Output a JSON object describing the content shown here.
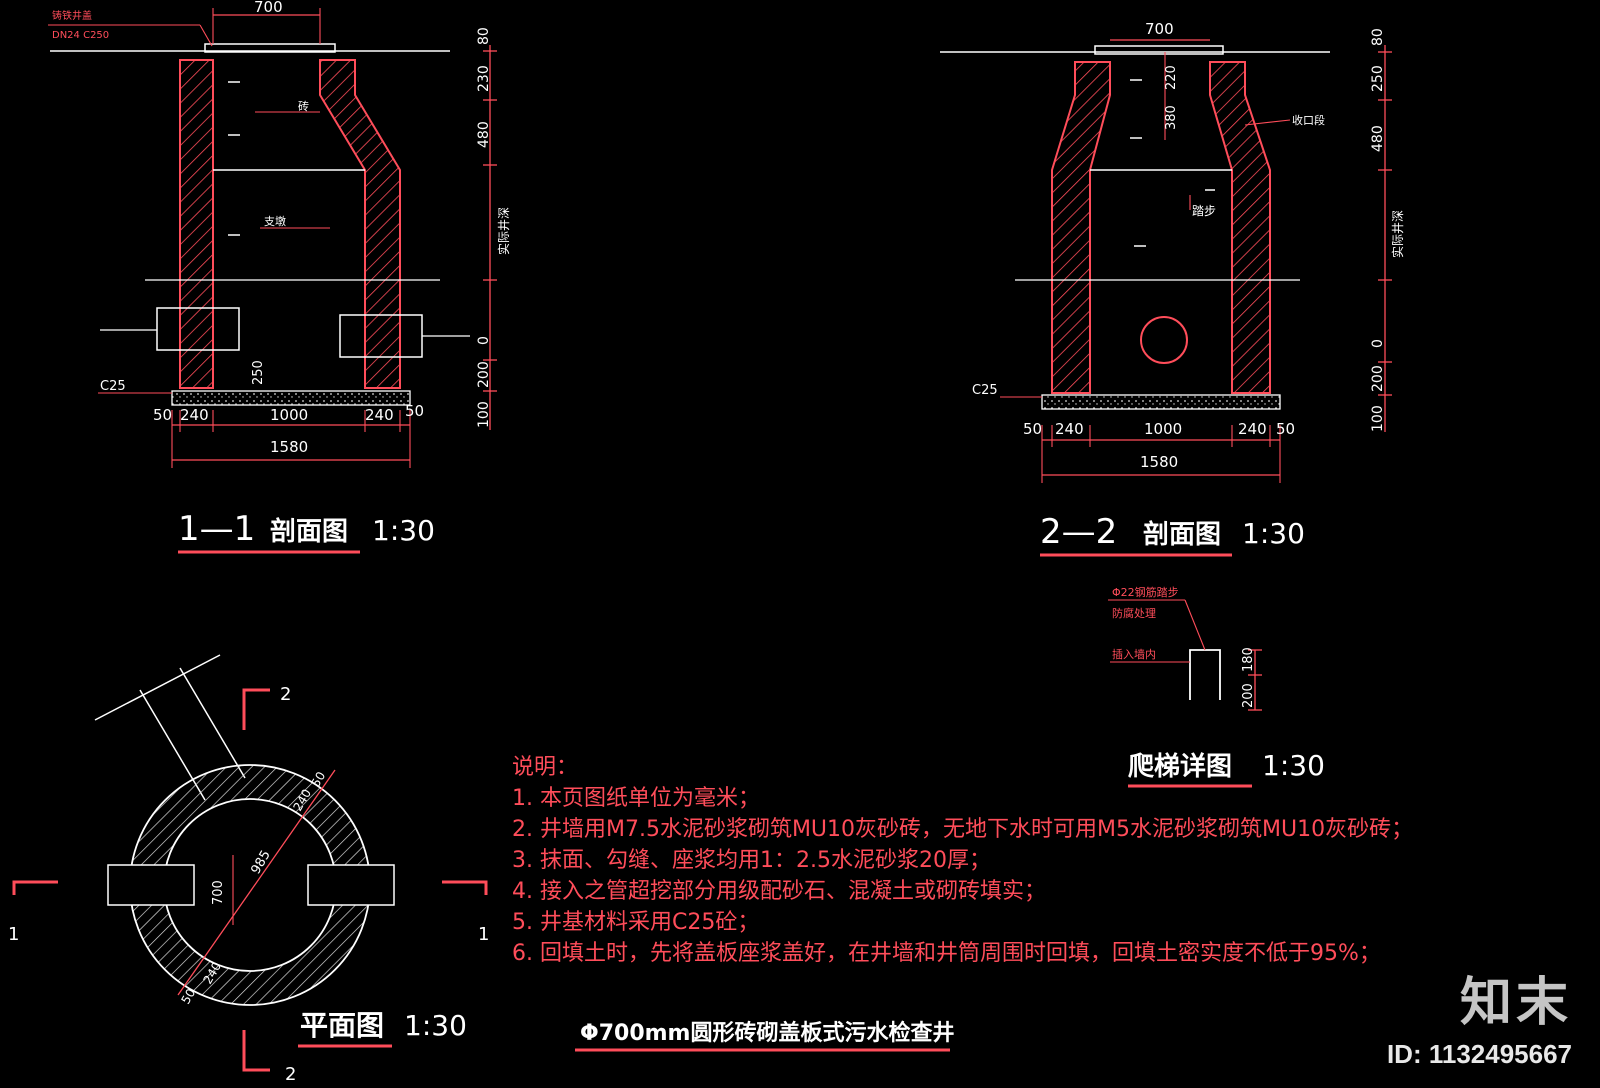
{
  "section1": {
    "title": "1—1",
    "title_suffix": "剖面图",
    "scale": "1:30",
    "top_width": "700",
    "wall_label": "砖",
    "pipe_label": "支墩",
    "bottom_note": "C25",
    "dims_bottom": [
      "50",
      "240",
      "1000",
      "240",
      "50"
    ],
    "total_width": "1580",
    "right_dims": [
      "80",
      "230",
      "480",
      "实际井深",
      "0",
      "200",
      "100"
    ],
    "step_dim": "250",
    "top_note_1": "铸铁井盖",
    "top_note_2": "DN24 C250"
  },
  "section2": {
    "title": "2—2",
    "title_suffix": "剖面图",
    "scale": "1:30",
    "top_width": "700",
    "inner_dims": [
      "220",
      "380"
    ],
    "right_label": "收口段",
    "ladder_label": "踏步",
    "bottom_note": "C25",
    "dims_bottom": [
      "50",
      "240",
      "1000",
      "240",
      "50"
    ],
    "total_width": "1580",
    "right_dims": [
      "80",
      "250",
      "480",
      "实际井深",
      "0",
      "200",
      "100"
    ]
  },
  "ladder": {
    "title": "爬梯详图",
    "scale": "1:30",
    "note1": "Φ22钢筋踏步",
    "note2": "防腐处理",
    "note3": "插入墙内",
    "dims": [
      "180",
      "200"
    ]
  },
  "plan": {
    "title": "平面图",
    "scale": "1:30",
    "dims": [
      "700",
      "985",
      "50",
      "240",
      "50",
      "240"
    ],
    "section_marks": [
      "1",
      "1",
      "2",
      "2"
    ]
  },
  "notes": {
    "heading": "说明：",
    "items": [
      "1. 本页图纸单位为毫米；",
      "2. 井墙用M7.5水泥砂浆砌筑MU10灰砂砖，无地下水时可用M5水泥砂浆砌筑MU10灰砂砖；",
      "3. 抹面、勾缝、座浆均用1：2.5水泥砂浆20厚；",
      "4. 接入之管超挖部分用级配砂石、混凝土或砌砖填实；",
      "5. 井基材料采用C25砼；",
      "6. 回填土时，先将盖板座浆盖好，在井墙和井筒周围时回填，回填土密实度不低于95%；"
    ]
  },
  "drawing_title": "Φ700mm圆形砖砌盖板式污水检查井",
  "brand": {
    "logo": "知末",
    "id": "ID: 1132495667"
  },
  "colors": {
    "background": "#000000",
    "line": "#ffffff",
    "accent": "#ff4d5a"
  }
}
